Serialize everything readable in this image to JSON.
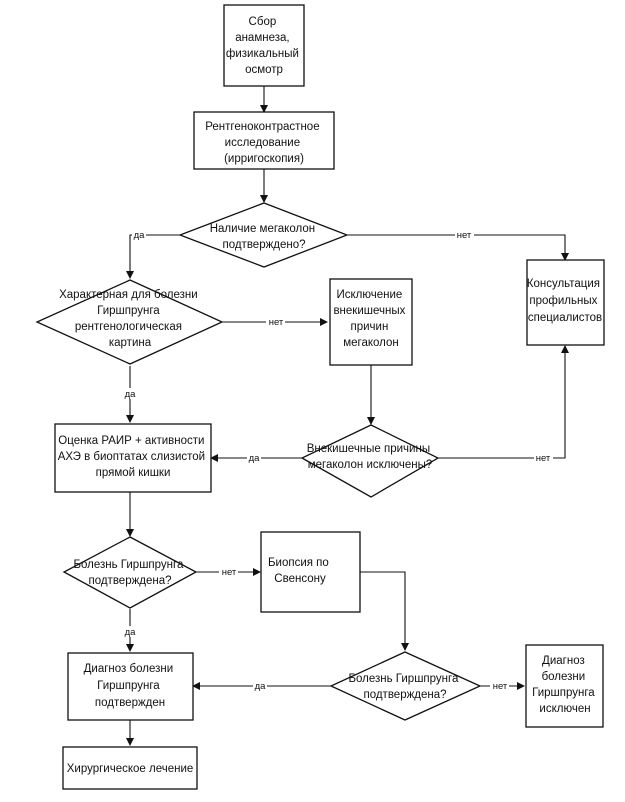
{
  "nodes": {
    "anamnesis": {
      "lines": [
        "Сбор",
        "анамнеза,",
        "физикальный",
        "осмотр"
      ]
    },
    "xray": {
      "lines": [
        "Рентгеноконтрастное",
        "исследование",
        "(ирригоскопия)"
      ]
    },
    "megacolon_confirmed": {
      "lines": [
        "Наличие мегаколон",
        "подтверждено?"
      ]
    },
    "consult": {
      "lines": [
        "Консультация",
        "профильных",
        "специалистов"
      ]
    },
    "typical_picture": {
      "lines": [
        "Характерная для болезни",
        "Гиршпрунга",
        "рентгенологическая",
        "картина"
      ]
    },
    "exclude_causes": {
      "lines": [
        "Исключение",
        "внекишечных",
        "причин",
        "мегаколон"
      ]
    },
    "raar_ache": {
      "lines": [
        "Оценка РАИР + активности",
        "АХЭ в биоптатах слизистой",
        "прямой кишки"
      ]
    },
    "causes_excluded": {
      "lines": [
        "Внекишечные причины",
        "мегаколон исключены?"
      ]
    },
    "hd_confirmed_1": {
      "lines": [
        "Болезнь Гиршпрунга",
        "подтверждена?"
      ]
    },
    "swenson_biopsy": {
      "lines": [
        "Биопсия по",
        "Свенсону"
      ]
    },
    "diagnosis_confirmed": {
      "lines": [
        "Диагноз болезни",
        "Гиршпрунга",
        "подтвержден"
      ]
    },
    "hd_confirmed_2": {
      "lines": [
        "Болезнь Гиршпрунга",
        "подтверждена?"
      ]
    },
    "diagnosis_excluded": {
      "lines": [
        "Диагноз",
        "болезни",
        "Гиршпрунга",
        "исключен"
      ]
    },
    "surgery": {
      "lines": [
        "Хирургическое лечение"
      ]
    }
  },
  "edge_labels": {
    "yes": "да",
    "no": "нет"
  },
  "colors": {
    "stroke": "#111111",
    "fill": "#ffffff",
    "text": "#111111"
  }
}
